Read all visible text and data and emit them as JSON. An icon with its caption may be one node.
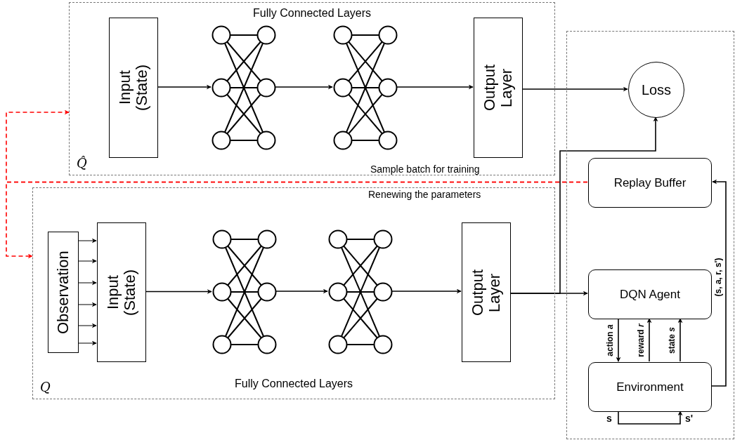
{
  "diagram": {
    "nodes": [
      {
        "text": [
          "Fully Connected Layers",
          "Q̂"
        ]
      },
      {
        "text": [
          "Input (State)"
        ],
        "in": 0
      },
      {
        "text": [],
        "shape": "picture",
        "in": 0
      },
      {
        "text": [],
        "shape": "picture",
        "in": 0
      },
      {
        "text": [
          "Output Layer"
        ],
        "in": 0
      },
      {
        "text": [
          "Q",
          "Fully Connected Layers"
        ]
      },
      {
        "text": [
          "Observation"
        ],
        "in": 5
      },
      {
        "text": [
          "Input (State)"
        ],
        "in": 5
      },
      {
        "text": [],
        "shape": "picture",
        "in": 5
      },
      {
        "text": [],
        "shape": "picture",
        "in": 5
      },
      {
        "text": [
          "Output Layer"
        ],
        "in": 5
      },
      {
        "text": [],
        "shape": "box"
      },
      {
        "text": [
          "Loss"
        ],
        "in": 11
      },
      {
        "text": [
          "Replay Buffer"
        ],
        "in": 11
      },
      {
        "text": [
          "DQN Agent"
        ],
        "in": 11
      },
      {
        "text": [
          "Environment"
        ],
        "in": 11
      }
    ],
    "edges": [
      {
        "from": 1,
        "to": 2,
        "arrow": "to"
      },
      {
        "from": 2,
        "to": 3,
        "arrow": "to"
      },
      {
        "from": 3,
        "to": 4,
        "arrow": "to"
      },
      {
        "from": 4,
        "to": 12,
        "arrow": "to"
      },
      {
        "from": 6,
        "to": 7,
        "arrow": "to"
      },
      {
        "from": 6,
        "to": 7,
        "arrow": "to"
      },
      {
        "from": 6,
        "to": 7,
        "arrow": "to"
      },
      {
        "from": 6,
        "to": 7,
        "arrow": "to"
      },
      {
        "from": 6,
        "to": 7,
        "arrow": "to"
      },
      {
        "from": 6,
        "to": 7,
        "arrow": "to"
      },
      {
        "from": 7,
        "to": 8,
        "arrow": "to"
      },
      {
        "from": 8,
        "to": 9,
        "arrow": "to"
      },
      {
        "from": 9,
        "to": 10,
        "arrow": "to"
      },
      {
        "from": 10,
        "to": 14,
        "arrow": "to"
      },
      {
        "from": 10,
        "to": 12,
        "arrow": "to"
      },
      {
        "from": 13,
        "to": 0,
        "arrow": "to",
        "style": "dashed",
        "color": "#ff0000"
      },
      {
        "from": 13,
        "to": 5,
        "arrow": "to",
        "style": "dashed",
        "color": "#ff0000"
      },
      {
        "from": 14,
        "to": 15,
        "arrow": "to",
        "label": "action *a*"
      },
      {
        "from": 15,
        "to": 14,
        "arrow": "to",
        "label": "reward *r*"
      },
      {
        "from": 15,
        "to": 14,
        "arrow": "to",
        "label": "state *s*"
      },
      {
        "from": 15,
        "to": 13,
        "arrow": "to",
        "label": "(s, a, r, s')"
      },
      {
        "from": 15,
        "to": 15,
        "arrow": "to"
      }
    ],
    "labels": [
      "Sample batch for training",
      "Renewing the parameters",
      "s",
      "s'"
    ]
  }
}
